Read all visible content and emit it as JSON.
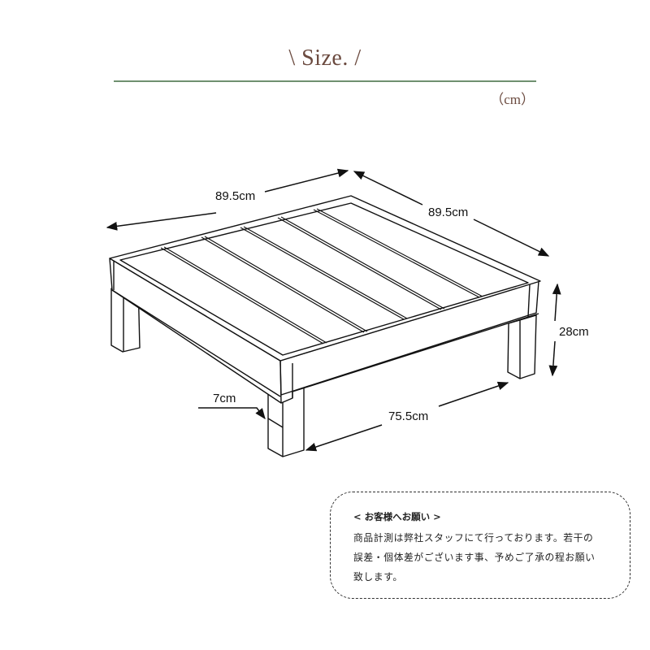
{
  "header": {
    "title": "\\ Size. /",
    "unit_label": "（cm）",
    "rule_color": "#6f9070",
    "text_color": "#6b4a3f"
  },
  "diagram": {
    "subject": "low wooden platform / deck stand with 5 top slats and 4 legs",
    "dimensions": {
      "width": "89.5cm",
      "depth": "89.5cm",
      "height": "28cm",
      "leg_size": "7cm",
      "leg_span": "75.5cm"
    }
  },
  "notice": {
    "heading": "< お客様へお願い >",
    "lines": [
      "商品計測は弊社スタッフにて行っております。若干の",
      "誤差・個体差がございます事、予めご了承の程お願い",
      "致します。"
    ]
  }
}
